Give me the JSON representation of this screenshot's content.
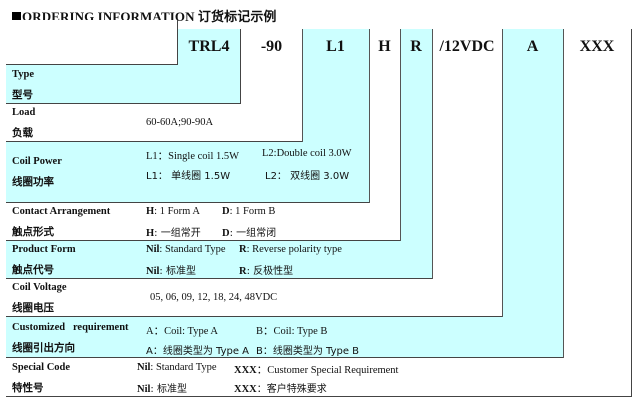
{
  "title": {
    "marker": "■",
    "text": "ORDERING INFORMATION 订货标记示例"
  },
  "codes": [
    "TRL4",
    "-90",
    "L1",
    "H",
    "R",
    "/12VDC",
    "A",
    "XXX"
  ],
  "rows": {
    "type": {
      "en": "Type",
      "cn": "型号"
    },
    "load": {
      "en": "Load",
      "cn": "负载",
      "value": "60-60A;90-90A"
    },
    "coil_power": {
      "en": "Coil Power",
      "cn": "线圈功率",
      "line1_a": "L1：Single coil   1.5W",
      "line1_b": "L2:Double coil   3.0W",
      "line2_a": "L1： 单线圈 1.5W",
      "line2_b": "L2： 双线圈 3.0W"
    },
    "contact": {
      "en": "Contact Arrangement",
      "cn": "触点形式",
      "line1_a_key": "H",
      "line1_a": ": 1 Form A",
      "line1_b_key": "D",
      "line1_b": ": 1 Form B",
      "line2_a_key": "H",
      "line2_a": ":  一组常开",
      "line2_b_key": "D",
      "line2_b": ":  一组常闭"
    },
    "product_form": {
      "en": "Product Form",
      "cn": "触点代号",
      "line1_a_key": "Nil",
      "line1_a": ": Standard Type",
      "line1_b_key": "R",
      "line1_b": ": Reverse polarity type",
      "line2_a_key": "Nil",
      "line2_a": ":  标准型",
      "line2_b_key": "R",
      "line2_b": ":  反极性型"
    },
    "coil_voltage": {
      "en": "Coil Voltage",
      "cn": "线圈电压",
      "value": "05, 06, 09, 12, 18, 24, 48VDC"
    },
    "customized": {
      "en": "Customized   requirement",
      "cn": "线圈引出方向",
      "line1_a": "A：Coil: Type A",
      "line1_b": "B：Coil: Type B",
      "line2_a": "A：线圈类型为 Type A",
      "line2_b": "B：线圈类型为 Type B"
    },
    "special": {
      "en": "Special Code",
      "cn": "特性号",
      "line1_a_key": "Nil",
      "line1_a": ": Standard Type",
      "line1_b_key": "XXX",
      "line1_b": "：Customer Special Requirement",
      "line2_a_key": "Nil",
      "line2_a": ":  标准型",
      "line2_b_key": "XXX",
      "line2_b": "：客户特殊要求"
    }
  },
  "colors": {
    "cyan": "#ccffff",
    "border": "#444444"
  }
}
